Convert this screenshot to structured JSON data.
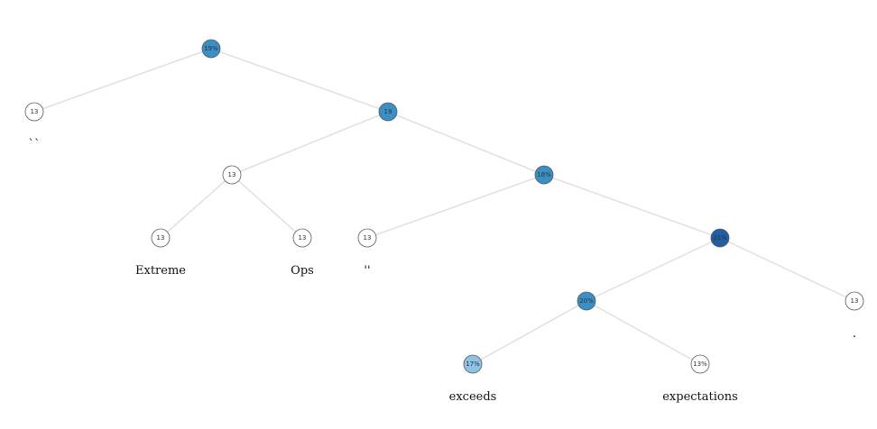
{
  "tree": {
    "nodes": [
      {
        "id": "root",
        "label": "19%",
        "fill": "#3a8fc4"
      },
      {
        "id": "n_quote_open",
        "label": "13",
        "fill": "#ffffff"
      },
      {
        "id": "n_right1",
        "label": "19",
        "fill": "#3a8fc4"
      },
      {
        "id": "n_extreme_ops",
        "label": "13",
        "fill": "#ffffff"
      },
      {
        "id": "n_right2",
        "label": "18%",
        "fill": "#3a8fc4"
      },
      {
        "id": "n_extreme",
        "label": "13",
        "fill": "#ffffff"
      },
      {
        "id": "n_ops",
        "label": "13",
        "fill": "#ffffff"
      },
      {
        "id": "n_quote_close",
        "label": "13",
        "fill": "#ffffff"
      },
      {
        "id": "n_right3",
        "label": "21%",
        "fill": "#1f5fa8"
      },
      {
        "id": "n_phrase",
        "label": "20%",
        "fill": "#3a8fc4"
      },
      {
        "id": "n_period",
        "label": "13",
        "fill": "#ffffff"
      },
      {
        "id": "n_exceeds",
        "label": "17%",
        "fill": "#8ec3e4"
      },
      {
        "id": "n_expectations",
        "label": "13%",
        "fill": "#ffffff"
      }
    ],
    "edges": [
      [
        "root",
        "n_quote_open"
      ],
      [
        "root",
        "n_right1"
      ],
      [
        "n_right1",
        "n_extreme_ops"
      ],
      [
        "n_right1",
        "n_right2"
      ],
      [
        "n_extreme_ops",
        "n_extreme"
      ],
      [
        "n_extreme_ops",
        "n_ops"
      ],
      [
        "n_right2",
        "n_quote_close"
      ],
      [
        "n_right2",
        "n_right3"
      ],
      [
        "n_right3",
        "n_phrase"
      ],
      [
        "n_right3",
        "n_period"
      ],
      [
        "n_phrase",
        "n_exceeds"
      ],
      [
        "n_phrase",
        "n_expectations"
      ]
    ],
    "leaves": [
      {
        "node": "n_quote_open",
        "word": "``"
      },
      {
        "node": "n_extreme",
        "word": "Extreme"
      },
      {
        "node": "n_ops",
        "word": "Ops"
      },
      {
        "node": "n_quote_close",
        "word": "''"
      },
      {
        "node": "n_exceeds",
        "word": "exceeds"
      },
      {
        "node": "n_expectations",
        "word": "expectations"
      },
      {
        "node": "n_period",
        "word": "."
      }
    ]
  }
}
